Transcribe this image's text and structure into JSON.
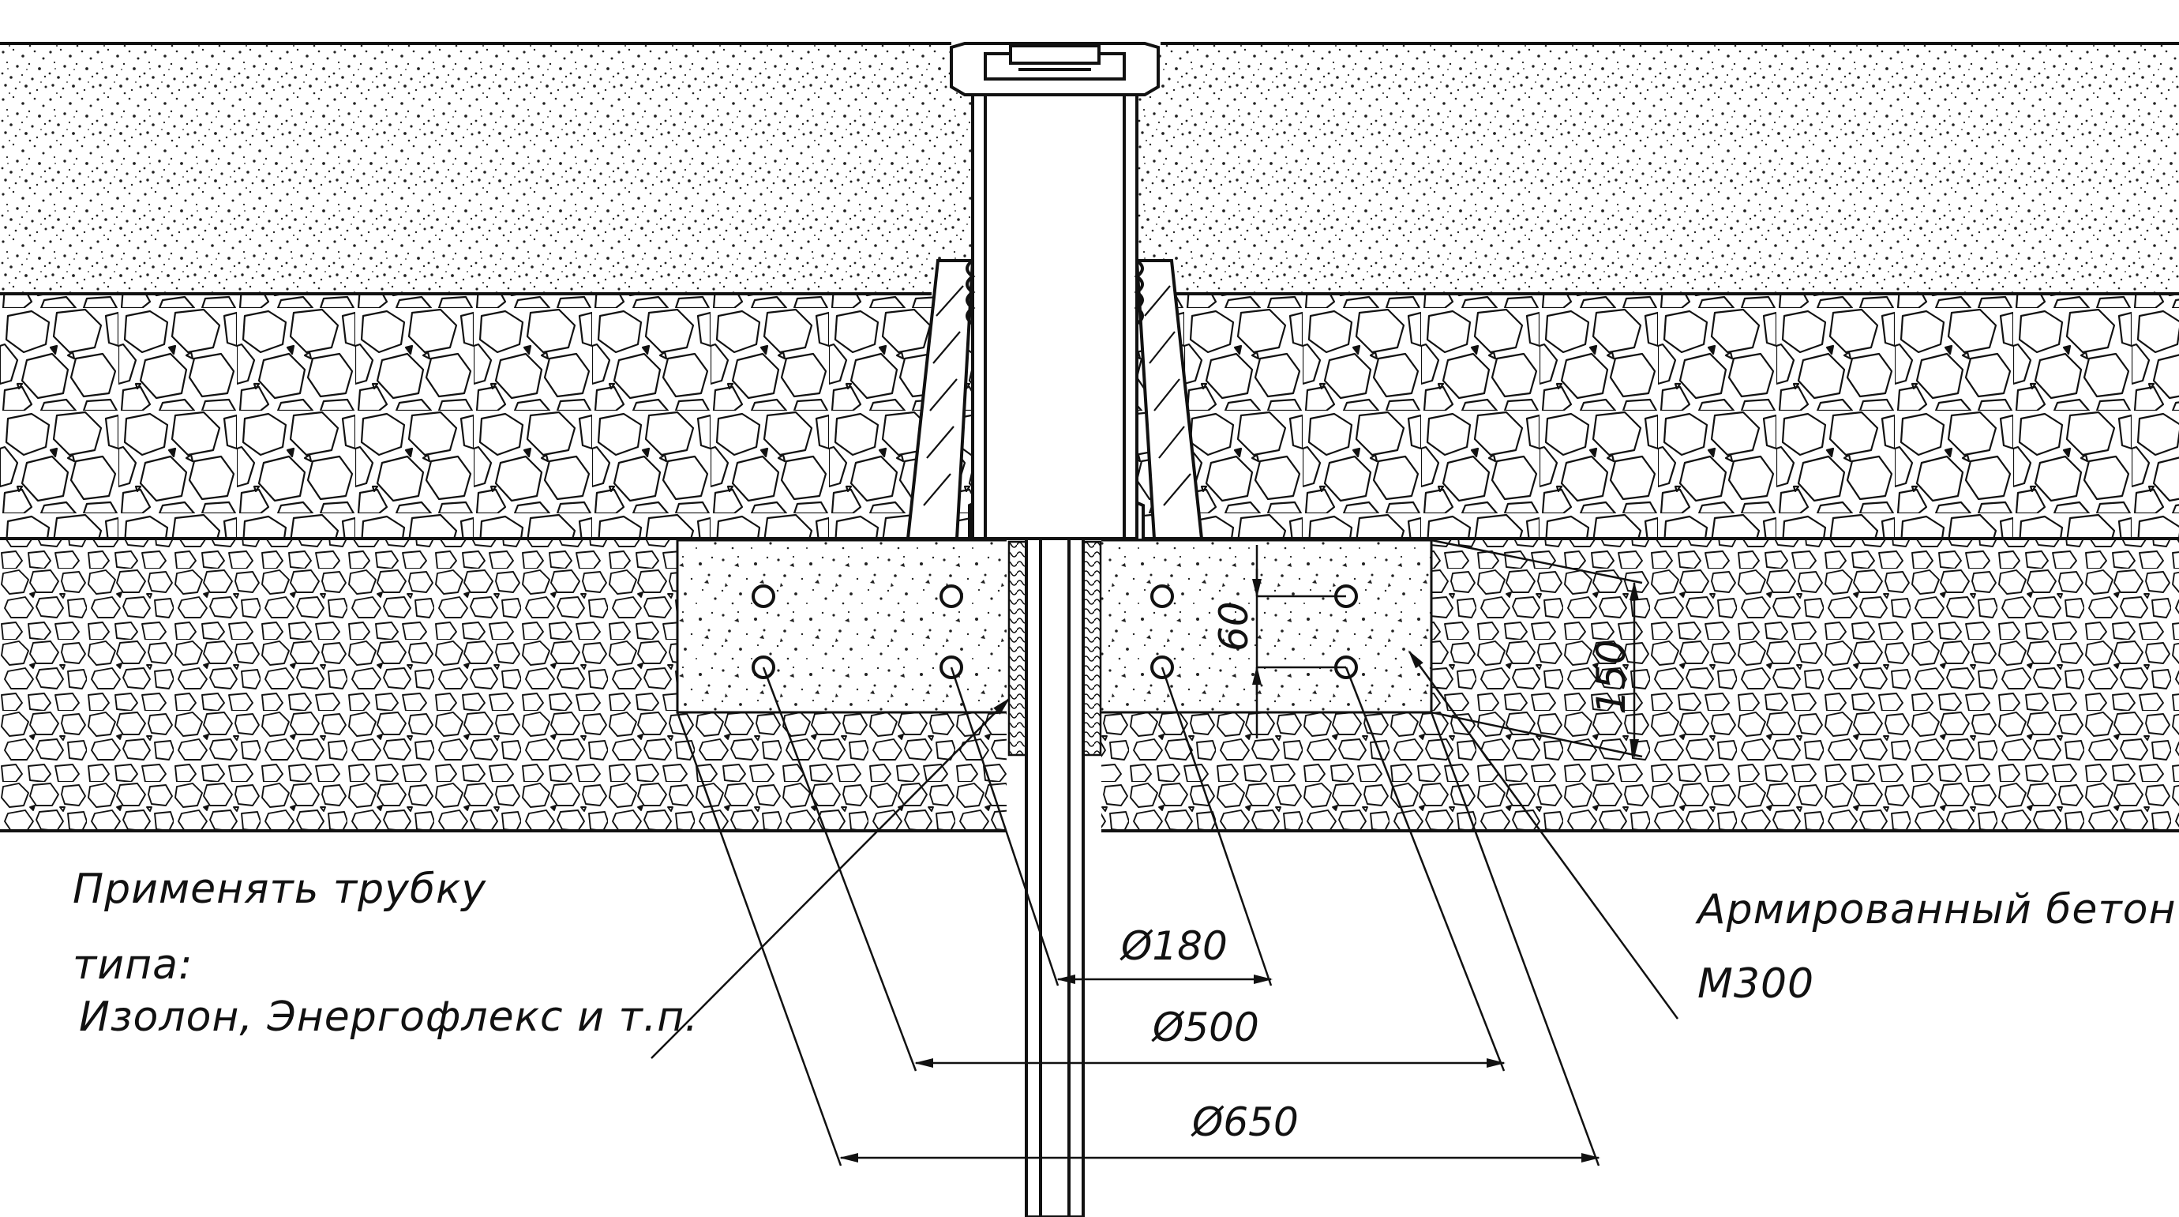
{
  "notes": {
    "insulation_line1": "Применять трубку",
    "insulation_line2": "типа:",
    "insulation_line3": "Изолон, Энергофлекс и т.п.",
    "concrete_line1": "Армированный бетон",
    "concrete_line2": "М300"
  },
  "dimensions": {
    "d180": "180",
    "d500": "500",
    "d650": "650",
    "h60": "60",
    "h150": "150",
    "diameter_symbol": "Ø"
  },
  "colors": {
    "line": "#111111",
    "background": "#ffffff"
  }
}
